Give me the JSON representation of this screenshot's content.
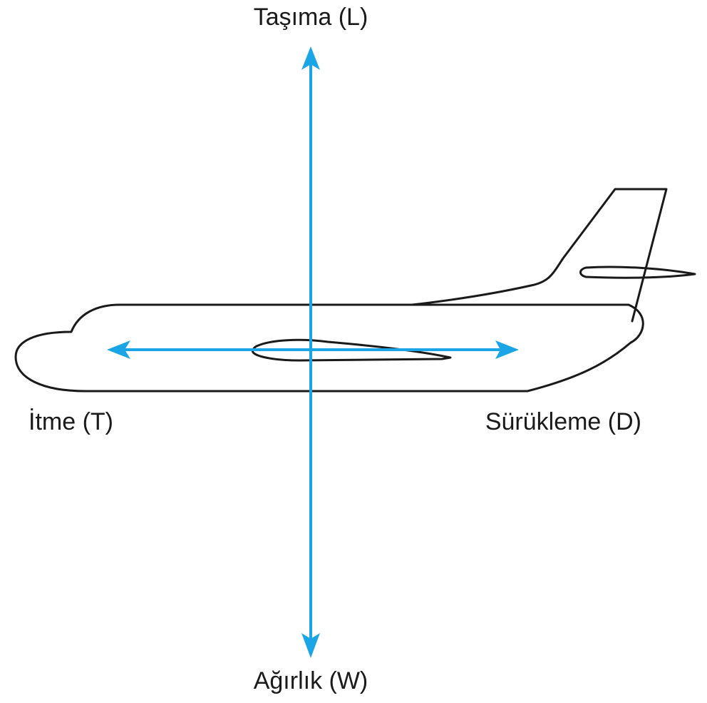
{
  "labels": {
    "lift": "Taşıma (L)",
    "weight": "Ağırlık (W)",
    "thrust": "İtme (T)",
    "drag": "Sürükleme (D)"
  },
  "colors": {
    "arrow": "#1aa6e6",
    "outline": "#1a1a1a"
  }
}
